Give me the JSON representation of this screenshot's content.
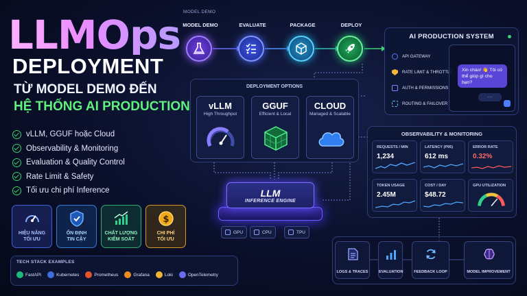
{
  "hero": {
    "title": "LLMOps",
    "subtitle": "DEPLOYMENT",
    "line1": "TỪ MODEL DEMO ĐẾN",
    "line2": "HỆ THỐNG AI PRODUCTION"
  },
  "checklist": [
    "vLLM, GGUF hoặc Cloud",
    "Observability & Monitoring",
    "Evaluation & Quality Control",
    "Rate Limit & Safety",
    "Tối ưu chi phí Inference"
  ],
  "features": [
    {
      "line1": "HIỆU NĂNG",
      "line2": "TỐI ƯU",
      "icon": "speedometer-icon",
      "color": "#5b8cff"
    },
    {
      "line1": "ỔN ĐỊNH",
      "line2": "TIN CẬY",
      "icon": "shield-check-icon",
      "color": "#3aa0ff"
    },
    {
      "line1": "CHẤT LƯỢNG",
      "line2": "KIỂM SOÁT",
      "icon": "growth-chart-icon",
      "color": "#2fd08a"
    },
    {
      "line1": "CHI PHÍ",
      "line2": "TỐI ƯU",
      "icon": "dollar-coin-icon",
      "color": "#ffb629"
    }
  ],
  "tech_stack": {
    "title": "TECH STACK EXAMPLES",
    "items": [
      {
        "label": "FastAPI",
        "color": "#1fb97b"
      },
      {
        "label": "Kubernetes",
        "color": "#3b6fe0"
      },
      {
        "label": "Prometheus",
        "color": "#e5532e"
      },
      {
        "label": "Grafana",
        "color": "#f08a1c"
      },
      {
        "label": "Loki",
        "color": "#f2b233"
      },
      {
        "label": "OpenTelemetry",
        "color": "#6a6cf0"
      }
    ]
  },
  "pipeline": {
    "caption": "MODEL DEMO",
    "stages": [
      {
        "label": "MODEL DEMO",
        "icon": "flask-icon",
        "color": "#8b5cf6"
      },
      {
        "label": "EVALUATE",
        "icon": "checklist-icon",
        "color": "#4f6cff"
      },
      {
        "label": "PACKAGE",
        "icon": "box-icon",
        "color": "#1fa6d6"
      },
      {
        "label": "DEPLOY",
        "icon": "rocket-icon",
        "color": "#27c46b"
      }
    ]
  },
  "deployment": {
    "title": "DEPLOYMENT OPTIONS",
    "options": [
      {
        "name": "vLLM",
        "desc": "High Throughput"
      },
      {
        "name": "GGUF",
        "desc": "Efficient & Local"
      },
      {
        "name": "CLOUD",
        "desc": "Managed & Scalable"
      }
    ]
  },
  "engine": {
    "big": "LLM",
    "small": "INFERENCE ENGINE",
    "chips": [
      "GPU",
      "CPU",
      "TPU"
    ]
  },
  "production": {
    "title": "AI PRODUCTION SYSTEM",
    "items": [
      {
        "label": "API GATEWAY",
        "color": "#4f7dff"
      },
      {
        "label": "RATE LIMIT & THROTTLE",
        "color": "#f4b63a"
      },
      {
        "label": "AUTH & PERMISSIONS",
        "color": "#7a8cff"
      },
      {
        "label": "ROUTING & FAILOVER",
        "color": "#56c7ff"
      }
    ],
    "chat_bubble": "Xin chào! 👋 Tôi có thể giúp gì cho bạn?",
    "typing": "..."
  },
  "observability": {
    "title": "OBSERVABILITY & MONITORING",
    "metrics": [
      {
        "label": "REQUESTS / MIN",
        "value": "1,234",
        "color": "#4fa8ff"
      },
      {
        "label": "LATENCY (P95)",
        "value": "612 ms",
        "color": "#4fa8ff"
      },
      {
        "label": "ERROR RATE",
        "value": "0.32%",
        "color": "#ff5a5a"
      },
      {
        "label": "TOKEN USAGE",
        "value": "2.45M",
        "color": "#4fa8ff"
      },
      {
        "label": "COST / DAY",
        "value": "$48.72",
        "color": "#4fa8ff"
      },
      {
        "label": "GPU UTILIZATION",
        "value": "",
        "color": "#2fd08a"
      }
    ]
  },
  "feedback": [
    {
      "label": "LOGS & TRACES",
      "icon": "document-icon",
      "color": "#7a8cff"
    },
    {
      "label": "EVALUATION",
      "icon": "bar-chart-icon",
      "color": "#4fa8ff"
    },
    {
      "label": "FEEDBACK LOOP",
      "icon": "refresh-icon",
      "color": "#4fa8ff"
    },
    {
      "label": "MODEL IMPROVEMENT",
      "icon": "brain-icon",
      "color": "#b07cff"
    }
  ]
}
